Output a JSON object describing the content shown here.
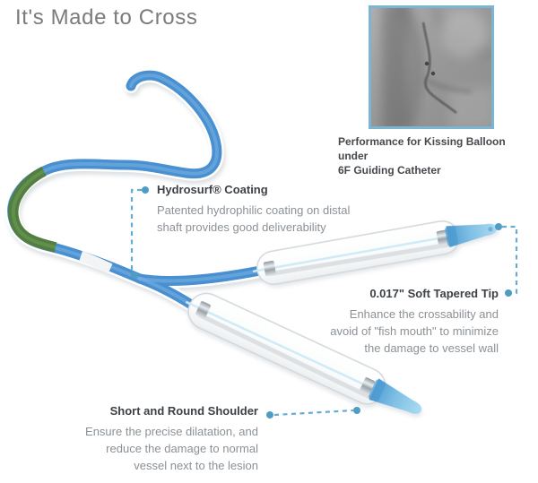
{
  "title": "It's Made to Cross",
  "xray": {
    "caption_lines": [
      "Performance for Kissing Balloon under",
      "6F Guiding Catheter"
    ]
  },
  "annotations": {
    "hydrosurf": {
      "heading": "Hydrosurf® Coating",
      "body_lines": [
        "Patented hydrophilic coating on distal",
        "shaft provides good deliverability"
      ]
    },
    "tapered_tip": {
      "heading": "0.017\" Soft Tapered Tip",
      "body_lines": [
        "Enhance the crossability and",
        "avoid of \"fish mouth\" to minimize",
        "the damage to vessel wall"
      ]
    },
    "shoulder": {
      "heading": "Short and Round Shoulder",
      "body_lines": [
        "Ensure the precise dilatation, and",
        "reduce the damage to normal",
        "vessel next to the lesion"
      ]
    }
  },
  "colors": {
    "catheter_blue": "#4a8fd0",
    "catheter_green": "#527e40",
    "balloon_tip_blue": "#8ecae9",
    "connector_blue": "#66abd0",
    "connector_dot": "#4f9dc2",
    "xray_border": "#7ab5d4",
    "heading_text": "#3d4145",
    "body_text": "#8b9196",
    "title_text": "#7b7b7b"
  }
}
